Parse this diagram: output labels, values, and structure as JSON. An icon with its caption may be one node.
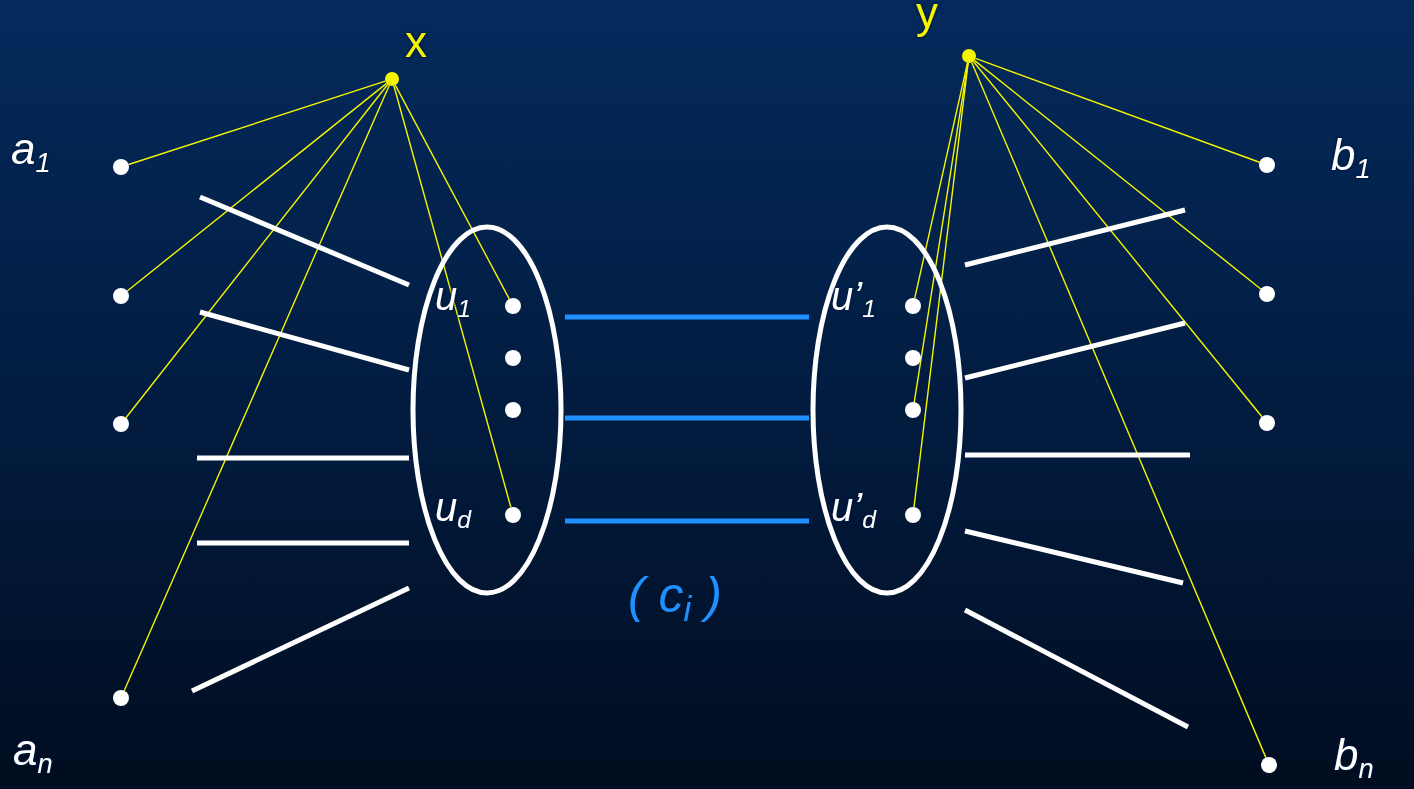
{
  "diagram": {
    "nodes": [
      {
        "text": [],
        "shape": "circle",
        "beside": [
          "x"
        ]
      },
      {
        "text": [],
        "shape": "circle",
        "beside": [
          "y"
        ]
      },
      {
        "text": [],
        "shape": "circle",
        "beside": [
          "a$_{1}$"
        ]
      },
      {
        "text": [],
        "shape": "circle"
      },
      {
        "text": [],
        "shape": "circle"
      },
      {
        "text": [],
        "shape": "circle",
        "beside": [
          "a$_{n}$"
        ]
      },
      {
        "text": [],
        "shape": "ellipse"
      },
      {
        "text": [],
        "shape": "circle",
        "in": 6,
        "beside": [
          "u$_{1}$"
        ]
      },
      {
        "text": [],
        "shape": "circle",
        "in": 6
      },
      {
        "text": [],
        "shape": "circle",
        "in": 6
      },
      {
        "text": [],
        "shape": "circle",
        "in": 6,
        "beside": [
          "u$_{d}$"
        ]
      },
      {
        "text": [],
        "shape": "ellipse"
      },
      {
        "text": [],
        "shape": "circle",
        "in": 11,
        "beside": [
          "u’$_{1}$"
        ]
      },
      {
        "text": [],
        "shape": "circle",
        "in": 11
      },
      {
        "text": [],
        "shape": "circle",
        "in": 11
      },
      {
        "text": [],
        "shape": "circle",
        "in": 11,
        "beside": [
          "u’$_{d}$"
        ]
      },
      {
        "text": [],
        "shape": "circle",
        "beside": [
          "b$_{1}$"
        ]
      },
      {
        "text": [],
        "shape": "circle"
      },
      {
        "text": [],
        "shape": "circle"
      },
      {
        "text": [],
        "shape": "circle",
        "beside": [
          "b$_{n}$"
        ]
      }
    ],
    "edges": [
      {
        "from": 0,
        "to": 2,
        "arrow": "none"
      },
      {
        "from": 0,
        "to": 3,
        "arrow": "none"
      },
      {
        "from": 0,
        "to": 4,
        "arrow": "none"
      },
      {
        "from": 0,
        "to": 5,
        "arrow": "none"
      },
      {
        "from": 0,
        "to": 7,
        "arrow": "none"
      },
      {
        "from": 0,
        "to": 10,
        "arrow": "none"
      },
      {
        "from": 1,
        "to": 12,
        "arrow": "none"
      },
      {
        "from": 1,
        "to": 14,
        "arrow": "none"
      },
      {
        "from": 1,
        "to": 15,
        "arrow": "none"
      },
      {
        "from": 1,
        "to": 16,
        "arrow": "none"
      },
      {
        "from": 1,
        "to": 17,
        "arrow": "none"
      },
      {
        "from": 1,
        "to": 18,
        "arrow": "none"
      },
      {
        "from": 1,
        "to": 19,
        "arrow": "none"
      },
      {
        "from": null,
        "to": 6,
        "arrow": "none",
        "style": "thick",
        "color": "#ffffff"
      },
      {
        "from": null,
        "to": 6,
        "arrow": "none",
        "style": "thick",
        "color": "#ffffff"
      },
      {
        "from": null,
        "to": 6,
        "arrow": "none",
        "style": "thick",
        "color": "#ffffff"
      },
      {
        "from": null,
        "to": 6,
        "arrow": "none",
        "style": "thick",
        "color": "#ffffff"
      },
      {
        "from": null,
        "to": 6,
        "arrow": "none",
        "style": "thick",
        "color": "#ffffff"
      },
      {
        "from": null,
        "to": 11,
        "arrow": "none",
        "style": "thick",
        "color": "#ffffff"
      },
      {
        "from": null,
        "to": 11,
        "arrow": "none",
        "style": "thick",
        "color": "#ffffff"
      },
      {
        "from": null,
        "to": 11,
        "arrow": "none",
        "style": "thick",
        "color": "#ffffff"
      },
      {
        "from": null,
        "to": 11,
        "arrow": "none",
        "style": "thick",
        "color": "#ffffff"
      },
      {
        "from": null,
        "to": 11,
        "arrow": "none",
        "style": "thick",
        "color": "#ffffff"
      },
      {
        "from": 6,
        "to": 11,
        "arrow": "none",
        "style": "thick",
        "color": "#1e90ff"
      },
      {
        "from": 6,
        "to": 11,
        "arrow": "none",
        "style": "thick",
        "color": "#1e90ff"
      },
      {
        "from": 6,
        "to": 11,
        "arrow": "none",
        "style": "thick",
        "color": "#1e90ff"
      }
    ],
    "labels": [
      "( c$_{i}$ )"
    ]
  }
}
